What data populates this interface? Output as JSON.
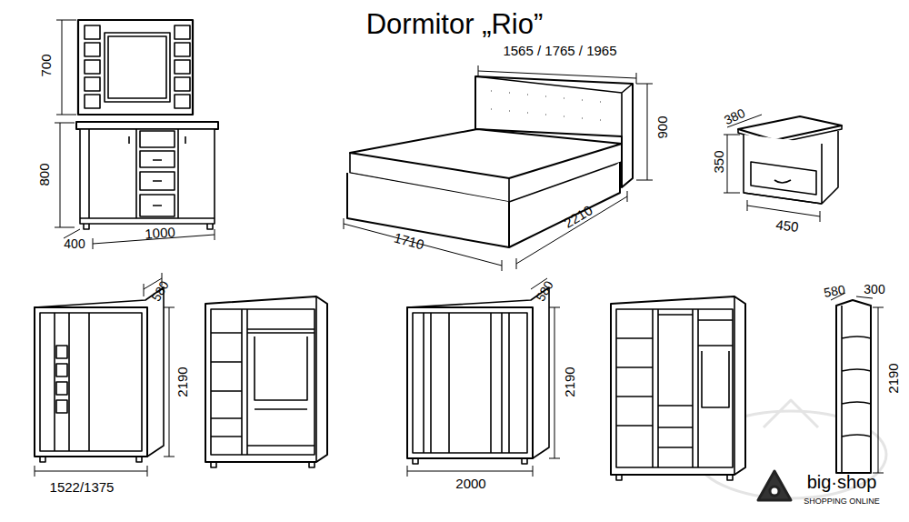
{
  "diagram": {
    "title": "Dormitor „Rio”",
    "labels": [
      "700",
      "800",
      "400",
      "1000",
      "1565 / 1765 / 1965",
      "900",
      "1710",
      "2210",
      "380",
      "350",
      "450",
      "580",
      "2190",
      "1522/1375",
      "580",
      "2190",
      "2000",
      "580",
      "300",
      "2190",
      "big·shop",
      "SHOPPING ONLINE"
    ]
  }
}
